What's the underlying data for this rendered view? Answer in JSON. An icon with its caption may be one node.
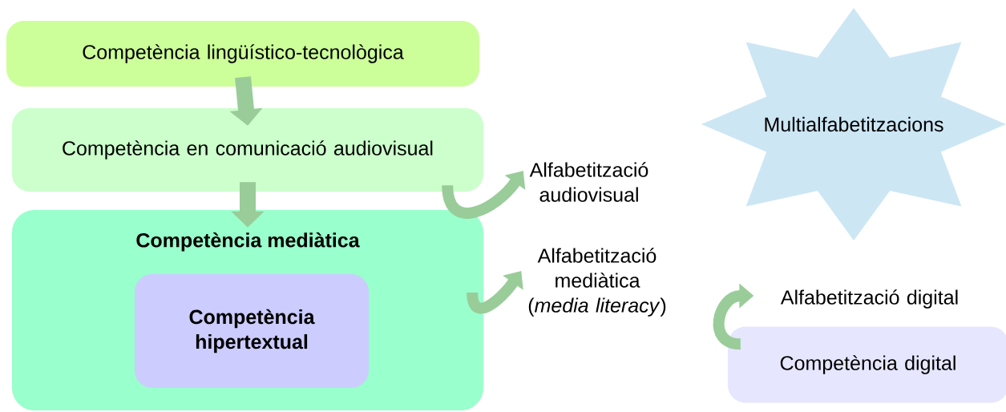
{
  "diagram": {
    "nodes": [
      {
        "text": [
          "Competència lingüístico-tecnològica"
        ]
      },
      {
        "text": [
          "Competència en comunicació audiovisual"
        ]
      },
      {
        "text": [
          "Competència mediàtica"
        ]
      },
      {
        "text": [
          "Competència hipertextual"
        ],
        "in": 2
      },
      {
        "text": [
          "Alfabetització audiovisual"
        ]
      },
      {
        "text": [
          "Alfabetització mediàtica (*media literacy*)"
        ]
      },
      {
        "text": [
          "Multialfabetitzacions"
        ]
      },
      {
        "text": [
          "Alfabetització digital"
        ]
      },
      {
        "text": [
          "Competència digital"
        ]
      }
    ],
    "edges": [
      {
        "from": 0,
        "to": 1,
        "arrow": "to"
      },
      {
        "from": 1,
        "to": 2,
        "arrow": "to"
      },
      {
        "from": 1,
        "to": 4,
        "arrow": "to"
      },
      {
        "from": 2,
        "to": 5,
        "arrow": "to"
      },
      {
        "from": 8,
        "to": 7,
        "arrow": "to"
      }
    ]
  }
}
